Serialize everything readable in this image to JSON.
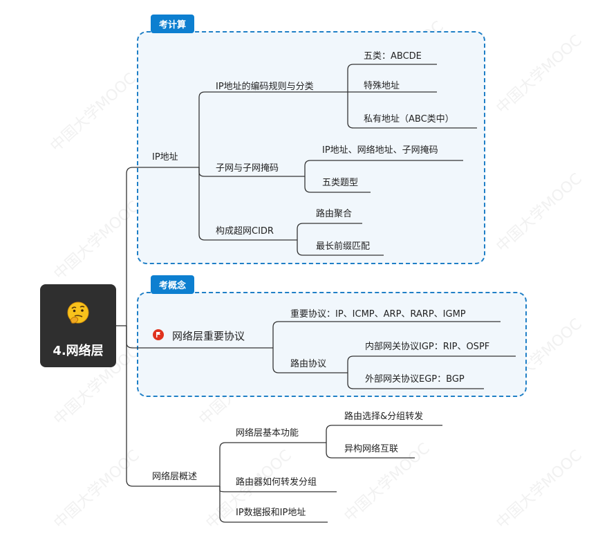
{
  "root": {
    "title": "4.网络层",
    "icon": "thinking-face-emoji"
  },
  "watermark": "中国大学MOOC",
  "group_calc": {
    "tag": "考计算",
    "branch": "IP地址",
    "sub1": {
      "label": "IP地址的编码规则与分类",
      "items": [
        "五类：ABCDE",
        "特殊地址",
        "私有地址（ABC类中）"
      ]
    },
    "sub2": {
      "label": "子网与子网掩码",
      "items": [
        "IP地址、网络地址、子网掩码",
        "五类题型"
      ]
    },
    "sub3": {
      "label": "构成超网CIDR",
      "items": [
        "路由聚合",
        "最长前缀匹配"
      ]
    }
  },
  "group_concept": {
    "tag": "考概念",
    "branch": "网络层重要协议",
    "flag_icon": "red-flag-icon",
    "item1": "重要协议：IP、ICMP、ARP、RARP、IGMP",
    "sub": {
      "label": "路由协议",
      "items": [
        "内部网关协议IGP：RIP、OSPF",
        "外部网关协议EGP：BGP"
      ]
    }
  },
  "overview": {
    "branch": "网络层概述",
    "sub1": {
      "label": "网络层基本功能",
      "items": [
        "路由选择&分组转发",
        "异构网络互联"
      ]
    },
    "items": [
      "路由器如何转发分组",
      "IP数据报和IP地址"
    ]
  },
  "colors": {
    "accent": "#1f7fc6",
    "tag": "#0d7fd0",
    "root_bg": "#2f2f2f",
    "line": "#333333"
  }
}
